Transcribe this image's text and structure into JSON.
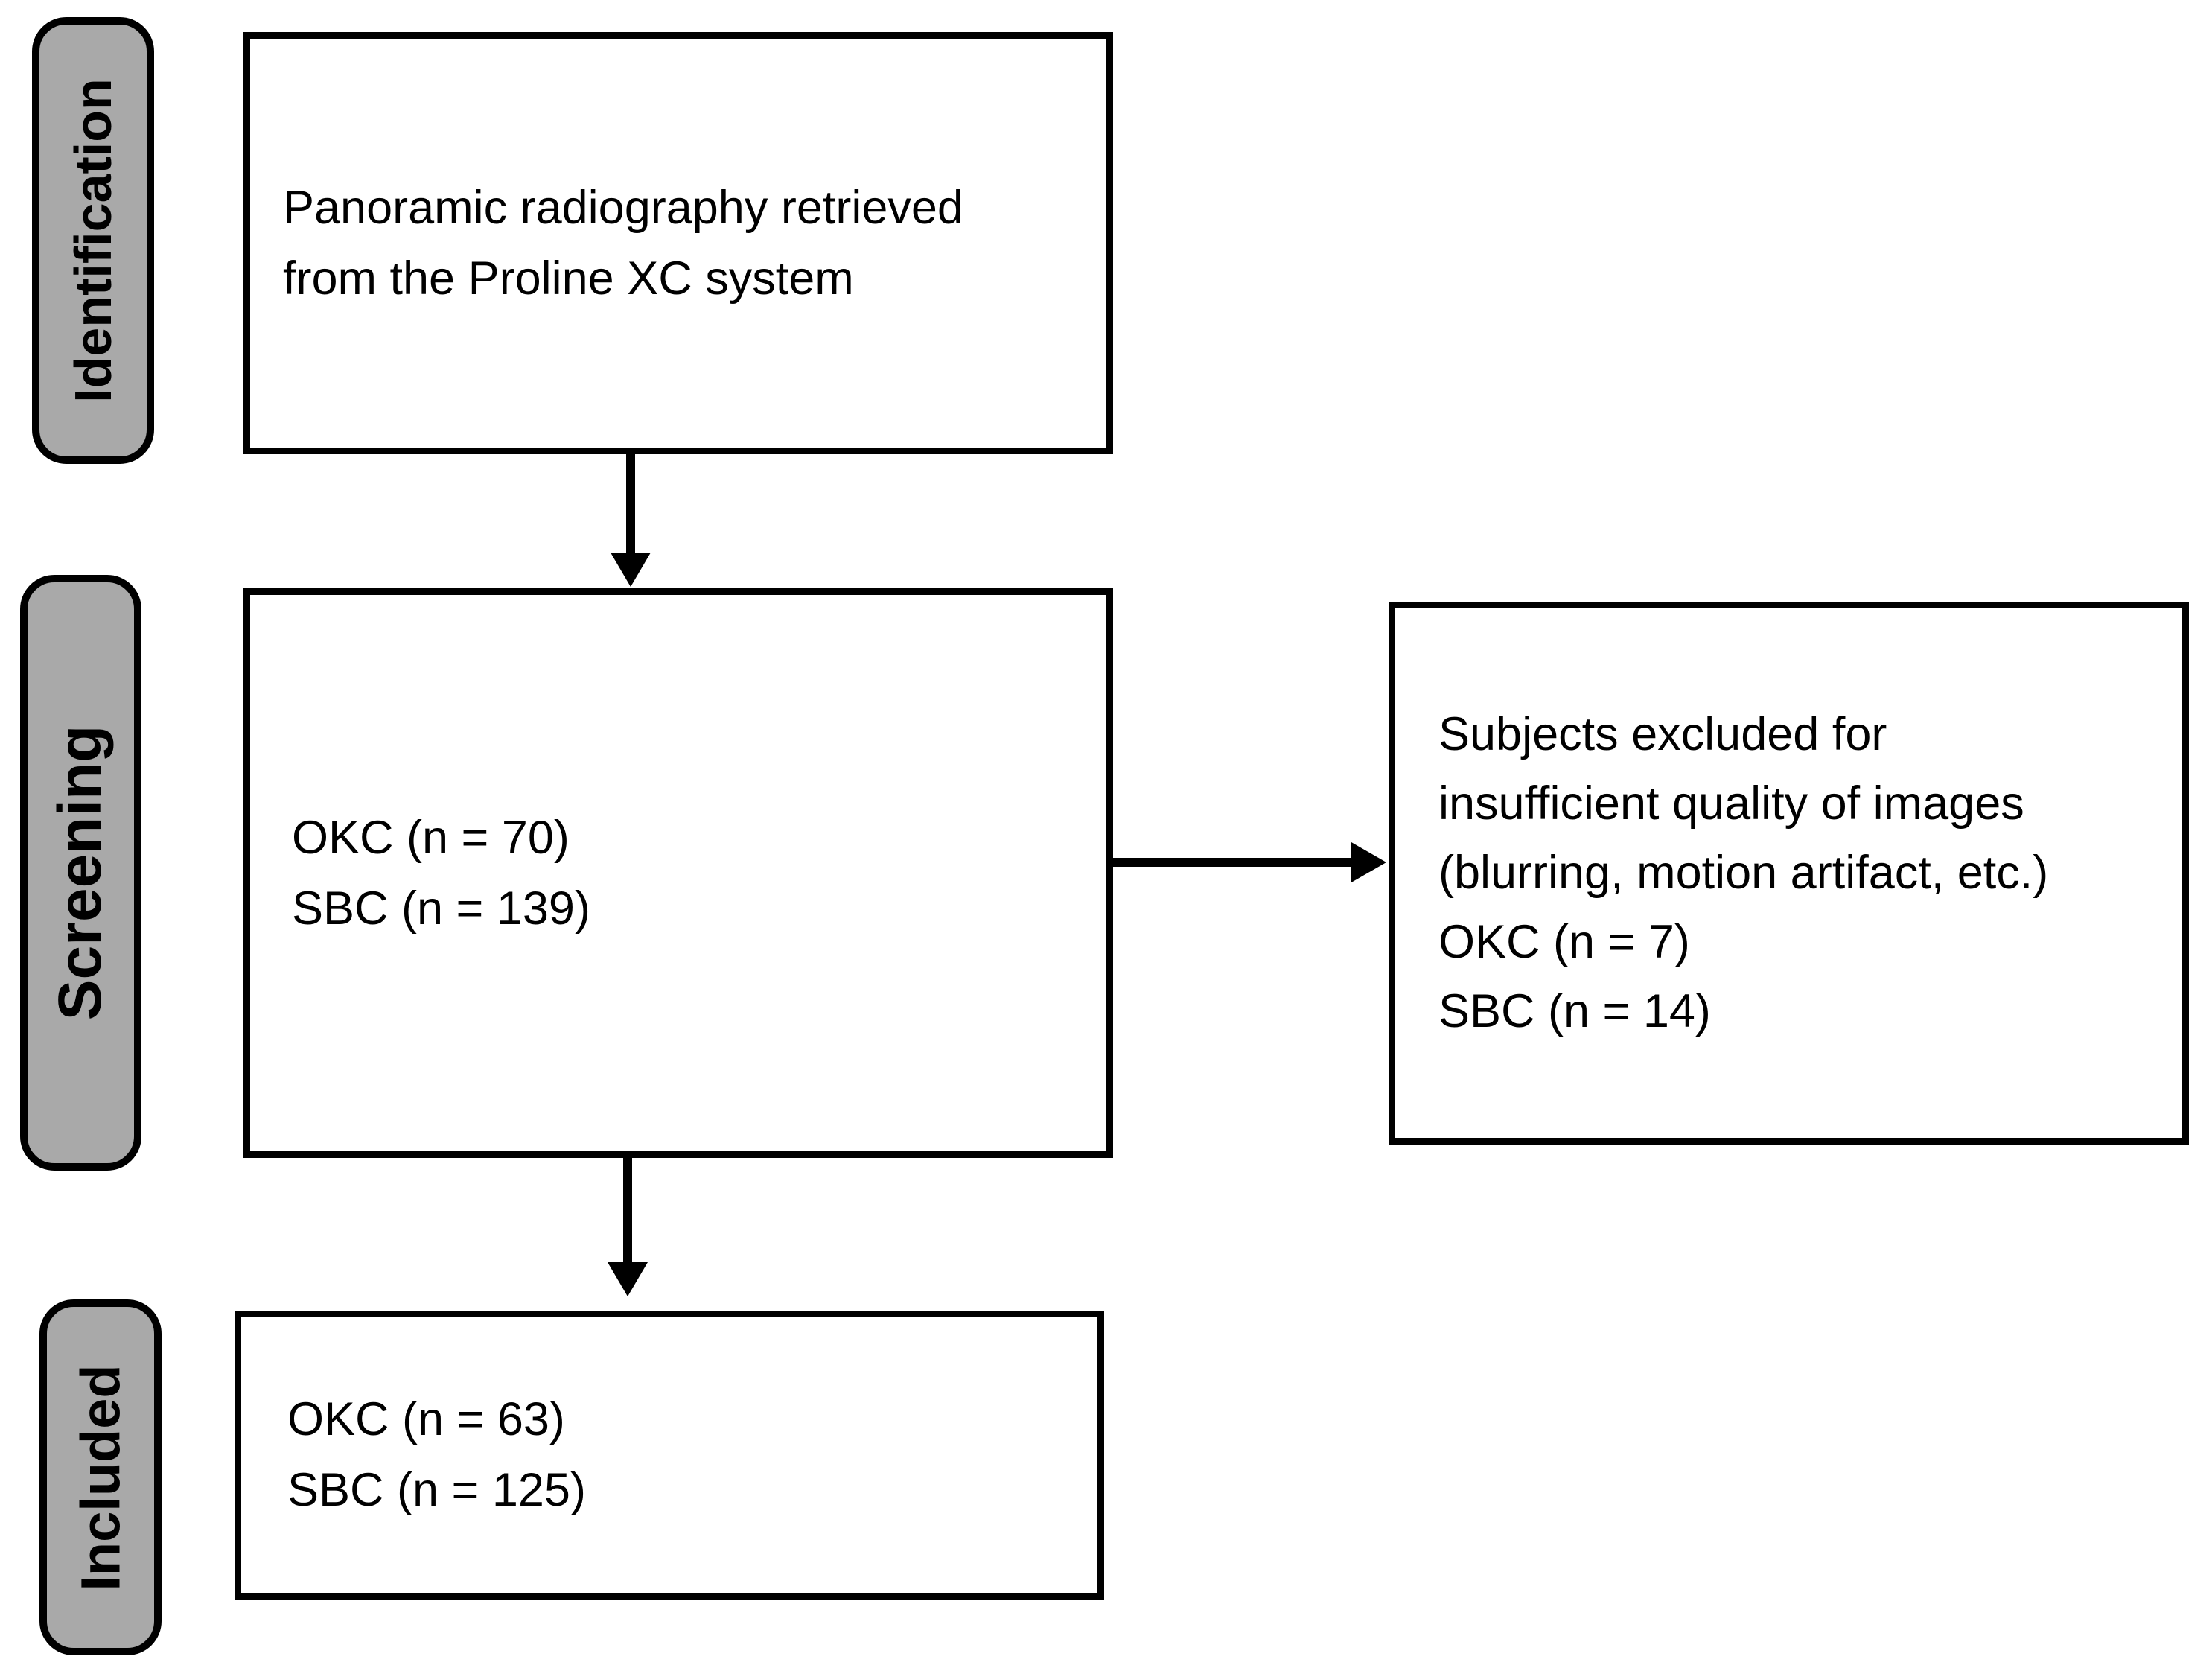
{
  "figure": {
    "background": "#ffffff",
    "box_border_color": "#000000",
    "stage_label_fill": "#a9a9a9",
    "text_color": "#000000"
  },
  "stage_labels": [
    {
      "text": "Identification"
    },
    {
      "text": "Screening"
    },
    {
      "text": "Included"
    }
  ],
  "boxes": {
    "identification": {
      "lines": [
        "Panoramic radiography retrieved",
        "from the Proline XC system"
      ]
    },
    "screening": {
      "lines": [
        "OKC (n = 70)",
        "SBC (n = 139)"
      ]
    },
    "excluded": {
      "lines": [
        "Subjects excluded for",
        "insufficient quality of images",
        "(blurring, motion artifact, etc.)",
        "OKC (n = 7)",
        "SBC (n = 14)"
      ]
    },
    "included": {
      "lines": [
        "OKC (n = 63)",
        "SBC (n = 125)"
      ]
    }
  },
  "arrows": [
    {
      "name": "identification-to-screening",
      "direction": "down"
    },
    {
      "name": "screening-to-excluded",
      "direction": "right"
    },
    {
      "name": "screening-to-included",
      "direction": "down"
    }
  ]
}
